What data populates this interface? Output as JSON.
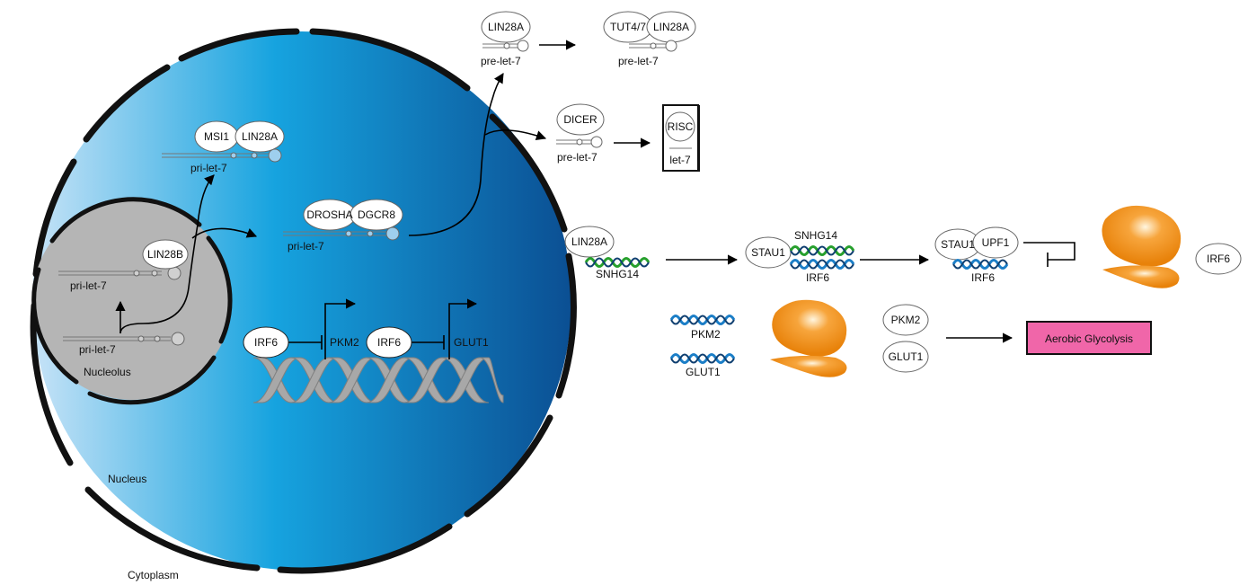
{
  "labels": {
    "nucleus": "Nucleus",
    "nucleolus": "Nucleolus",
    "cytoplasm": "Cytoplasm",
    "pri_let7": "pri-let-7",
    "pre_let7": "pre-let-7",
    "let7": "let-7"
  },
  "proteins": {
    "lin28a": "LIN28A",
    "lin28b": "LIN28B",
    "msi1": "MSI1",
    "drosha": "DROSHA",
    "dgcr8": "DGCR8",
    "dicer": "DICER",
    "risc": "RISC",
    "tut47": "TUT4/7",
    "irf6": "IRF6",
    "stau1": "STAU1",
    "upf1": "UPF1",
    "pkm2": "PKM2",
    "glut1": "GLUT1"
  },
  "genes": {
    "snhg14": "SNHG14",
    "irf6": "IRF6",
    "pkm2": "PKM2",
    "glut1": "GLUT1"
  },
  "outcome": {
    "label": "Aerobic Glycolysis",
    "color": "#f066a9"
  },
  "colors": {
    "nucleus_light": "#c7e3f7",
    "nucleus_mid": "#16a3df",
    "nucleus_dark": "#0b4f93",
    "nucleolus": "#b5b5b5",
    "dna": "#a8a8a8",
    "snhg14_helix": "#27a02d",
    "mrna_helix": "#1b7ec7",
    "ribosome": "#f08c12"
  }
}
